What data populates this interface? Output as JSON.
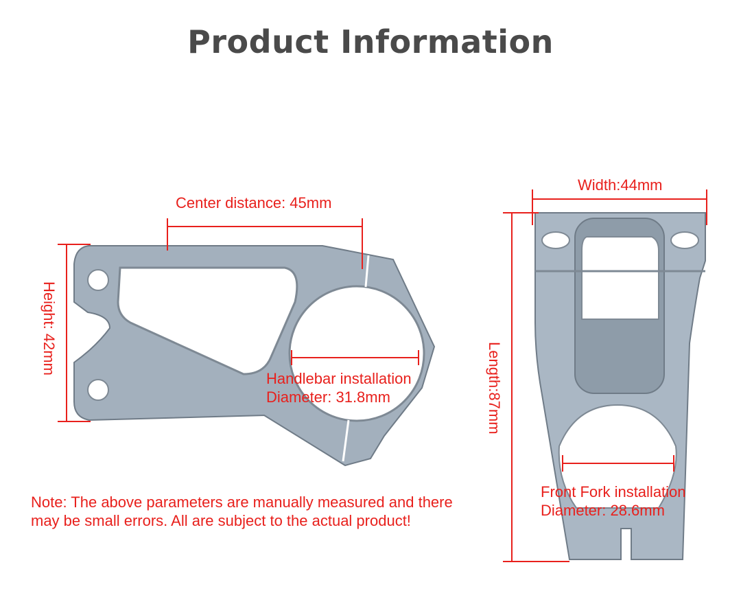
{
  "page": {
    "title": "Product Information"
  },
  "labels": {
    "center_distance": "Center distance: 45mm",
    "height": "Height: 42mm",
    "handlebar_line1": "Handlebar installation",
    "handlebar_line2": "Diameter: 31.8mm",
    "width": "Width:44mm",
    "length": "Length:87mm",
    "fork_line1": "Front Fork installation",
    "fork_line2": "Diameter: 28.6mm"
  },
  "note": "Note: The above parameters are manually measured and there may be small errors. All are subject to the actual product!",
  "colors": {
    "annotation": "#e8201c",
    "metal": "#a9b6c3",
    "title": "#4a4a4a"
  }
}
